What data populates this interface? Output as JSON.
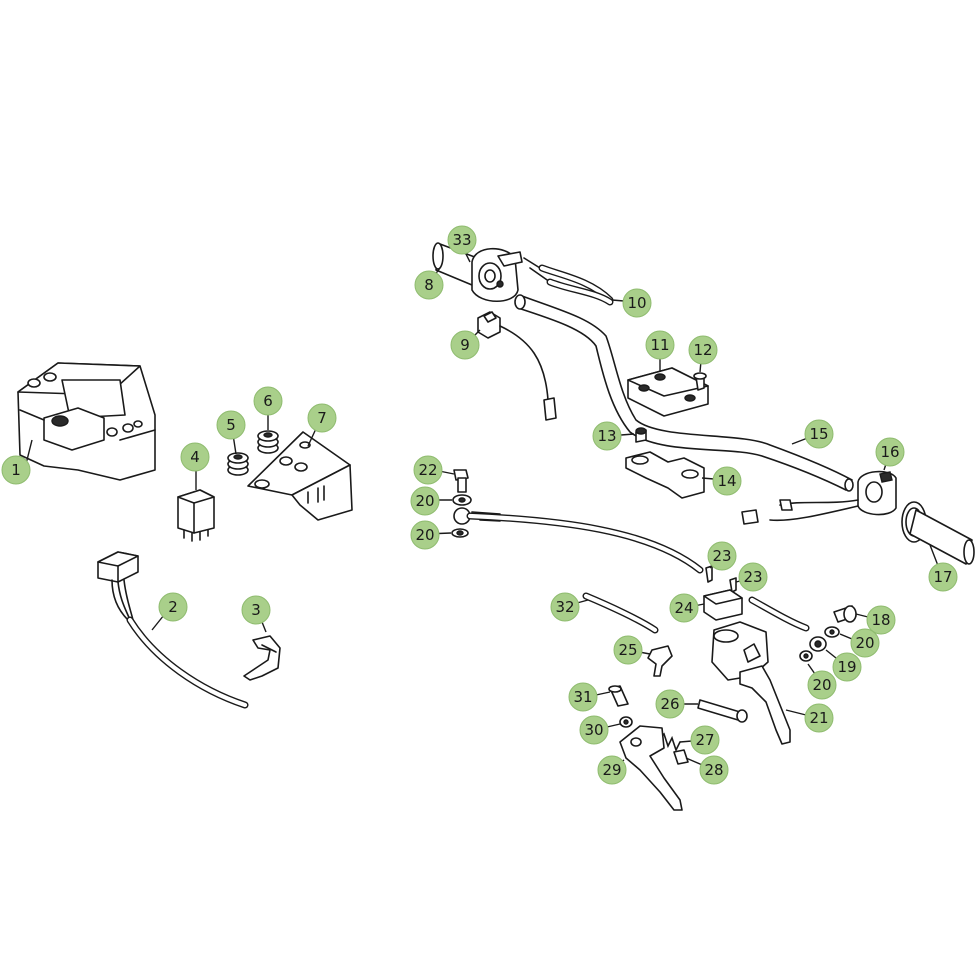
{
  "callouts": [
    {
      "label": "1"
    },
    {
      "label": "2"
    },
    {
      "label": "3"
    },
    {
      "label": "4"
    },
    {
      "label": "5"
    },
    {
      "label": "6"
    },
    {
      "label": "7"
    },
    {
      "label": "8"
    },
    {
      "label": "9"
    },
    {
      "label": "10"
    },
    {
      "label": "11"
    },
    {
      "label": "12"
    },
    {
      "label": "13"
    },
    {
      "label": "14"
    },
    {
      "label": "15"
    },
    {
      "label": "16"
    },
    {
      "label": "17"
    },
    {
      "label": "18"
    },
    {
      "label": "19"
    },
    {
      "label": "20"
    },
    {
      "label": "20"
    },
    {
      "label": "20"
    },
    {
      "label": "20"
    },
    {
      "label": "21"
    },
    {
      "label": "22"
    },
    {
      "label": "23"
    },
    {
      "label": "23"
    },
    {
      "label": "24"
    },
    {
      "label": "25"
    },
    {
      "label": "26"
    },
    {
      "label": "27"
    },
    {
      "label": "28"
    },
    {
      "label": "29"
    },
    {
      "label": "30"
    },
    {
      "label": "31"
    },
    {
      "label": "32"
    },
    {
      "label": "33"
    }
  ],
  "colors": {
    "callout_fill": "#a9cf8a",
    "line": "#1a1a1a",
    "background": "#ffffff"
  }
}
